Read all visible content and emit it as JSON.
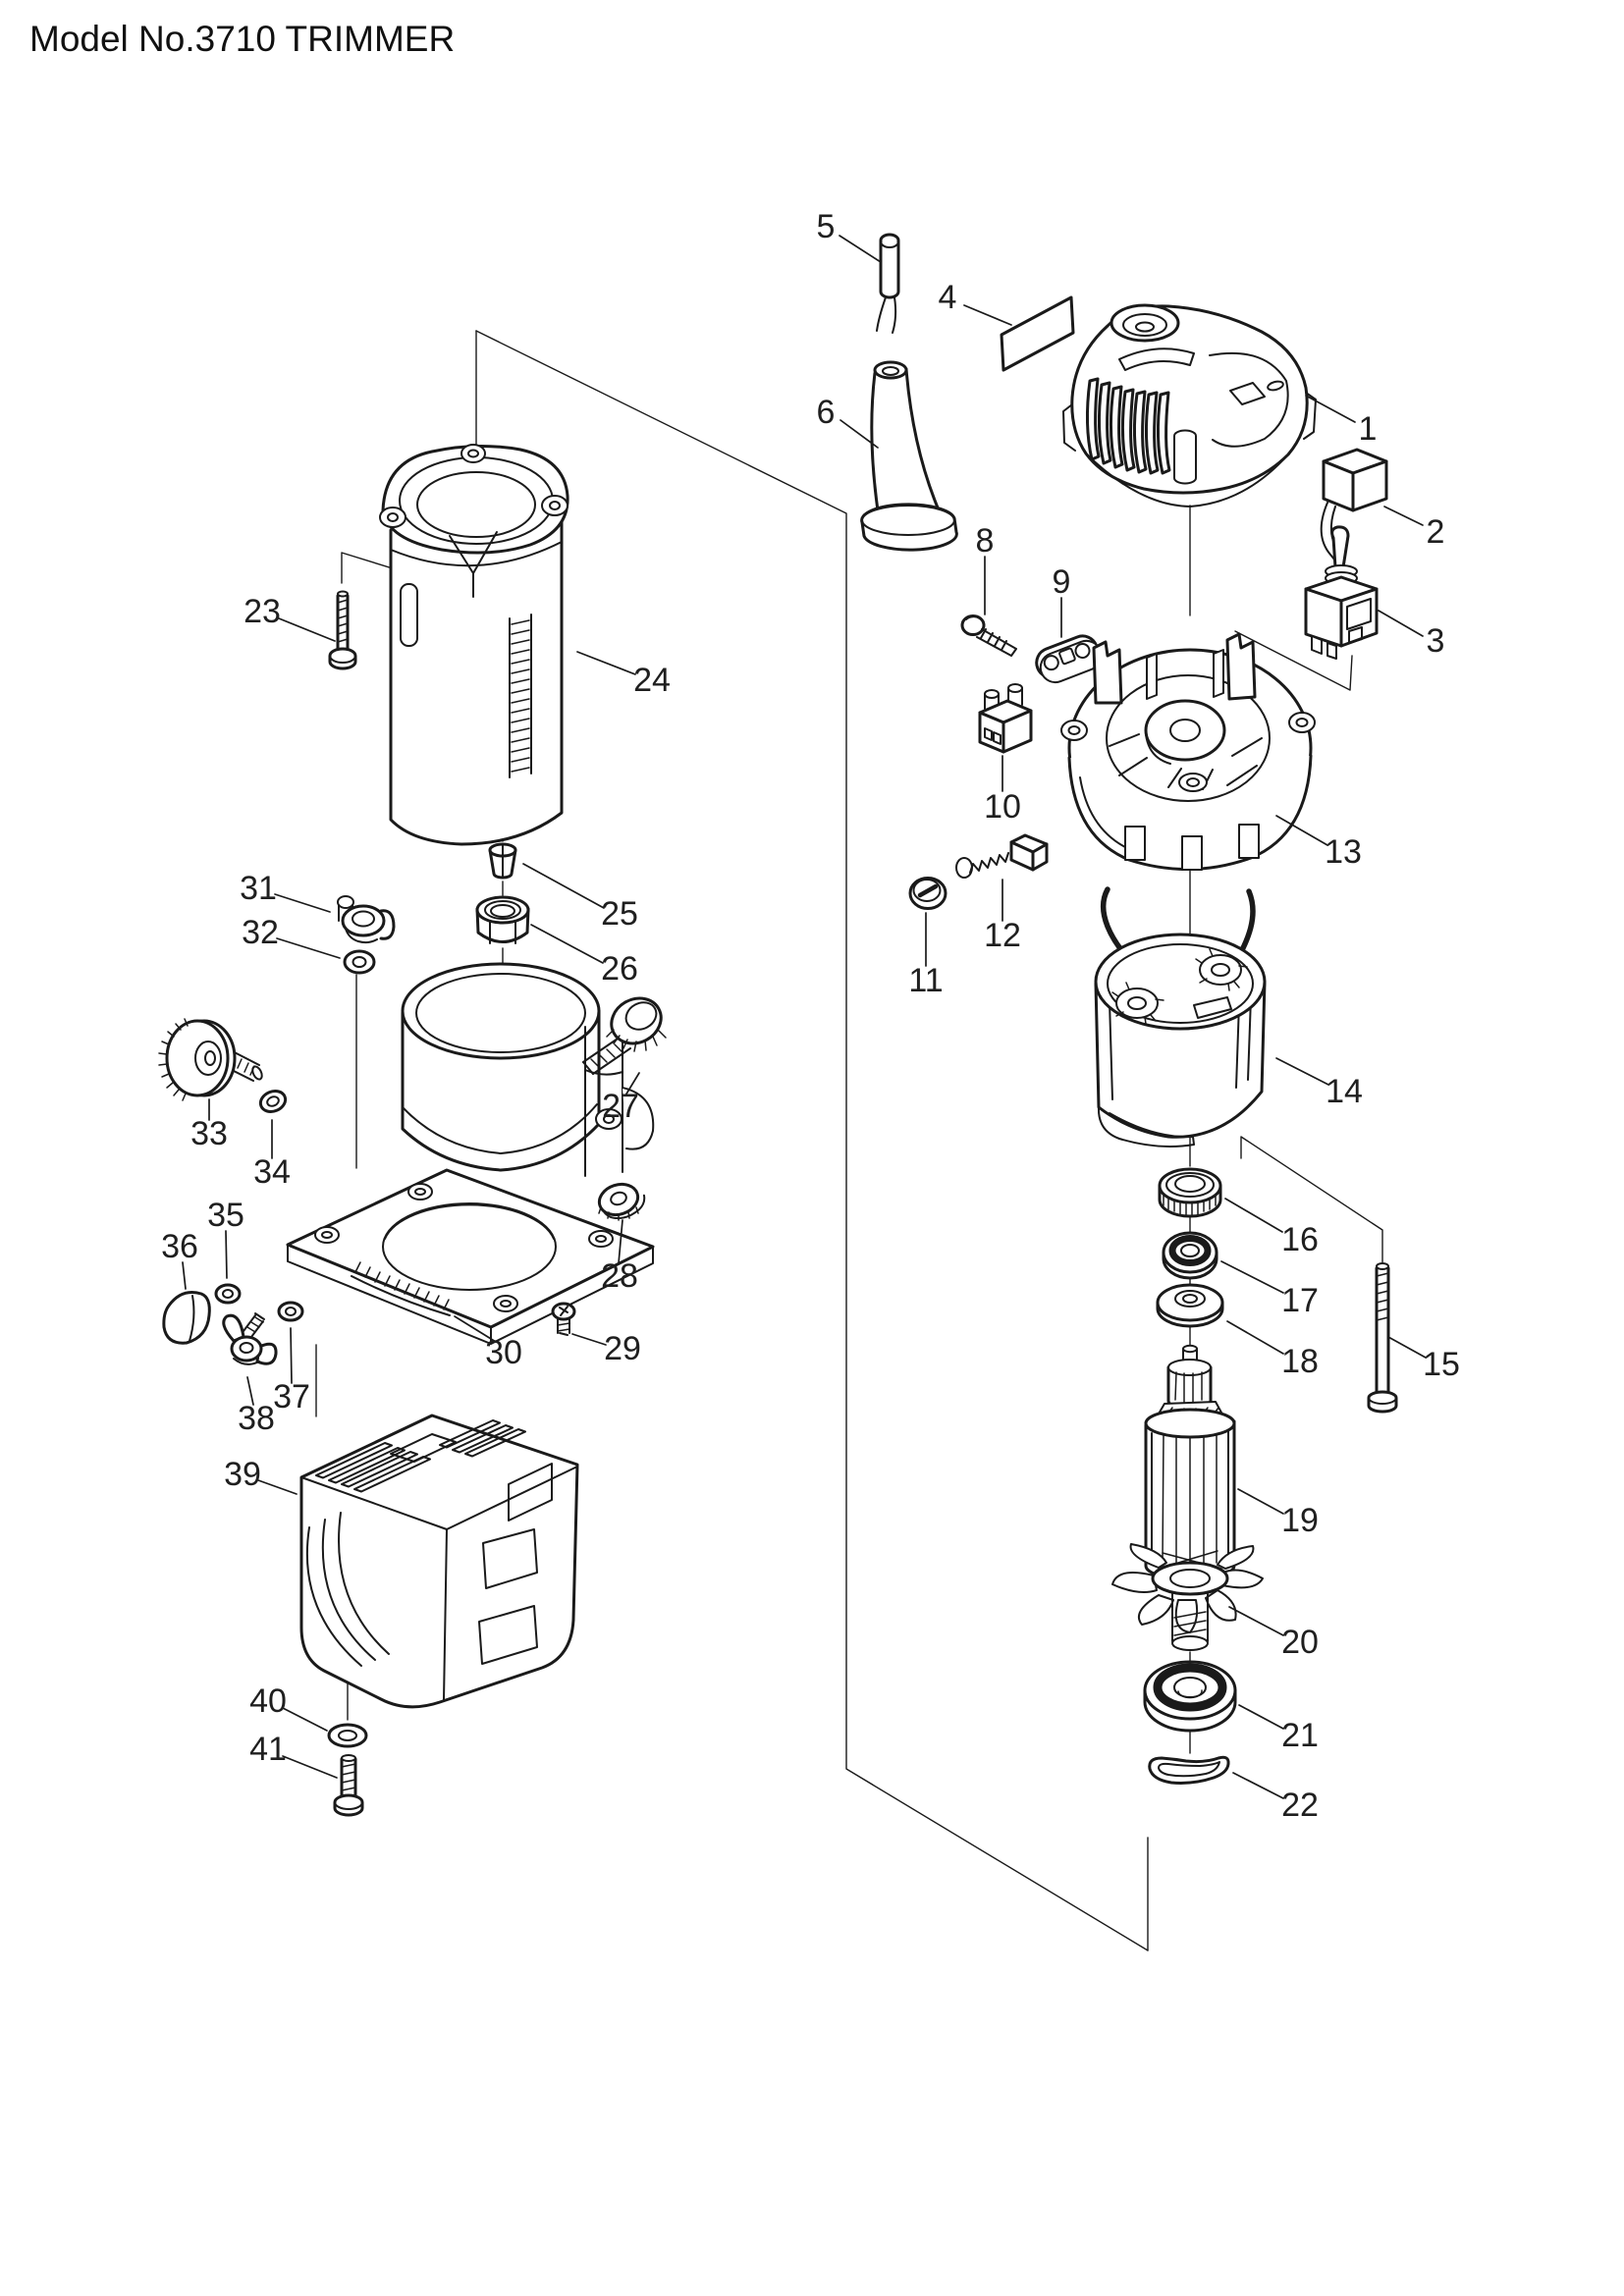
{
  "page": {
    "title": "Model No.3710 TRIMMER",
    "background_color": "#ffffff",
    "line_color": "#1a1a1a",
    "diagram_type": "exploded parts diagram"
  },
  "callouts": {
    "c1": "1",
    "c2": "2",
    "c3": "3",
    "c4": "4",
    "c5": "5",
    "c6": "6",
    "c8": "8",
    "c9": "9",
    "c10": "10",
    "c11": "11",
    "c12": "12",
    "c13": "13",
    "c14": "14",
    "c15": "15",
    "c16": "16",
    "c17": "17",
    "c18": "18",
    "c19": "19",
    "c20": "20",
    "c21": "21",
    "c22": "22",
    "c23": "23",
    "c24": "24",
    "c25": "25",
    "c26": "26",
    "c27": "27",
    "c28": "28",
    "c29": "29",
    "c30": "30",
    "c31": "31",
    "c32": "32",
    "c33": "33",
    "c34": "34",
    "c35": "35",
    "c36": "36",
    "c37": "37",
    "c38": "38",
    "c39": "39",
    "c40": "40",
    "c41": "41"
  }
}
